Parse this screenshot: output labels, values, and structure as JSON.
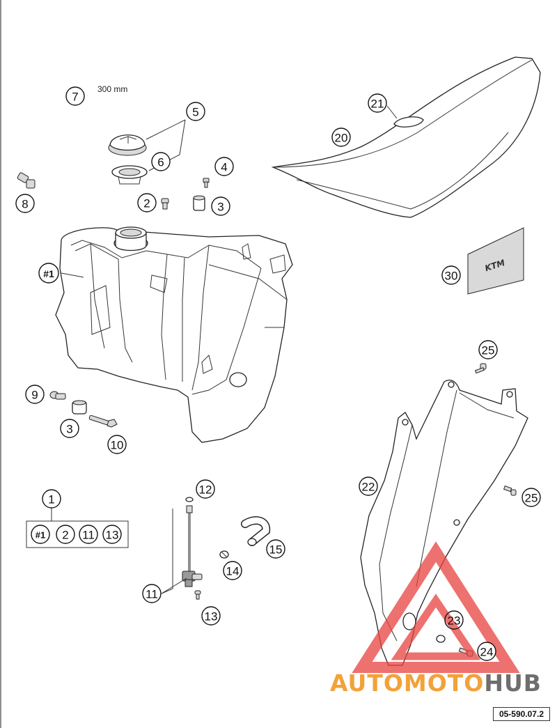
{
  "measure_label": "300 mm",
  "reference": "05-590.07.2",
  "logo_text": {
    "part1": "AUTO",
    "part2": "MOTO",
    "part3": "HUB"
  },
  "callouts": {
    "n1": "1",
    "n2a": "2",
    "n2b": "2",
    "n3a": "3",
    "n3b": "3",
    "n4": "4",
    "n5": "5",
    "n6": "6",
    "n7": "7",
    "n8": "8",
    "n9": "9",
    "n10": "10",
    "n11a": "11",
    "n11b": "11",
    "n12": "12",
    "n13a": "13",
    "n13b": "13",
    "n14": "14",
    "n15": "15",
    "n20": "20",
    "n21": "21",
    "n22": "22",
    "n23": "23",
    "n24": "24",
    "n25a": "25",
    "n25b": "25",
    "n30": "30",
    "h1a": "#1",
    "h1b": "#1"
  },
  "colors": {
    "line": "#222222",
    "watermark_red": "#e8423f",
    "watermark_orange": "#f2a23a",
    "watermark_gray": "#6e6e6e"
  }
}
